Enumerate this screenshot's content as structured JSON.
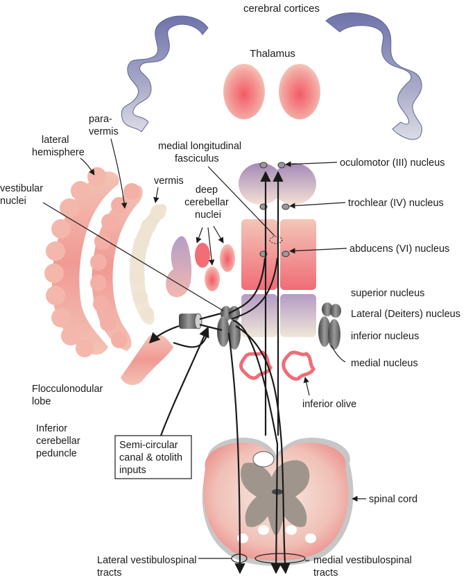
{
  "labels": {
    "cerebral_cortices": "cerebral cortices",
    "thalamus": "Thalamus",
    "lateral_hemisphere": [
      "lateral",
      "hemisphere"
    ],
    "paravermis": [
      "para-",
      "vermis"
    ],
    "vermis": "vermis",
    "vestibular_nuclei": [
      "vestibular",
      "nuclei"
    ],
    "deep_cerebellar_nuclei": [
      "deep",
      "cerebellar",
      "nuclei"
    ],
    "mlf": [
      "medial longitudinal",
      "fasciculus"
    ],
    "oculomotor": "oculomotor (III) nucleus",
    "trochlear": "trochlear (IV) nucleus",
    "abducens": "abducens (VI) nucleus",
    "superior_nucleus": "superior nucleus",
    "lateral_deiters": "Lateral (Deiters) nucleus",
    "inferior_nucleus": "inferior nucleus",
    "medial_nucleus": "medial nucleus",
    "flocculonodular": [
      "Flocculonodular",
      "lobe"
    ],
    "inferior_peduncle": [
      "Inferior",
      "cerebellar",
      "peduncle"
    ],
    "semicircular": [
      "Semi-circular",
      "canal & otolith",
      "inputs"
    ],
    "inferior_olive": "inferior olive",
    "spinal_cord": "spinal cord",
    "lateral_vst": [
      "Lateral vestibulospinal",
      "tracts"
    ],
    "medial_vst": [
      "medial vestibulospinal",
      "tracts"
    ]
  },
  "colors": {
    "cortex": "#7b7fb3",
    "thalamus": "#f0707a",
    "cerebellum": "#f2a8a0",
    "vermis": "#eadfcc",
    "nucleus_gray": "#666666",
    "ink": "#1a1a1a"
  }
}
